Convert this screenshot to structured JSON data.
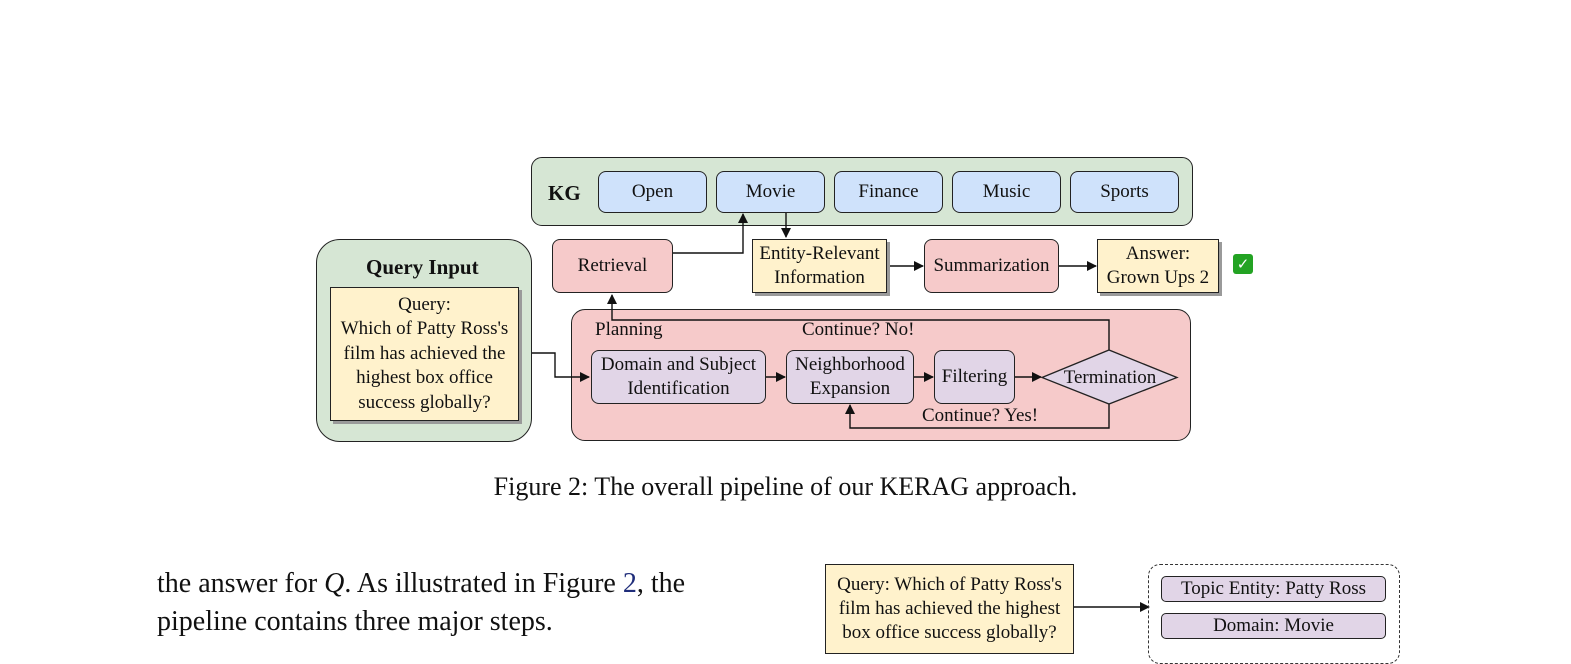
{
  "kg": {
    "title": "KG",
    "domains": [
      "Open",
      "Movie",
      "Finance",
      "Music",
      "Sports"
    ]
  },
  "query_input": {
    "title": "Query Input",
    "query_lines": [
      "Query:",
      "Which of Patty Ross's",
      "film has achieved the",
      "highest box office",
      "success globally?"
    ]
  },
  "retrieval": "Retrieval",
  "entity_info": [
    "Entity-Relevant",
    "Information"
  ],
  "summarization": "Summarization",
  "answer": [
    "Answer:",
    "Grown Ups 2"
  ],
  "check_mark": "✓",
  "planning": {
    "label": "Planning",
    "continue_no": "Continue? No!",
    "continue_yes": "Continue? Yes!",
    "domain_subject": [
      "Domain and Subject",
      "Identification"
    ],
    "neighborhood": [
      "Neighborhood",
      "Expansion"
    ],
    "filtering": "Filtering",
    "termination": "Termination"
  },
  "caption": "Figure 2: The overall pipeline of our KERAG approach.",
  "body": {
    "line1_pre": "the answer for ",
    "symbol": "Q",
    "line1_mid": ".  As illustrated in Figure ",
    "fig_ref": "2",
    "line1_post": ", the",
    "line2": "pipeline contains three major steps."
  },
  "figure3_preview": {
    "query_lines": [
      "Query: Which of Patty Ross's",
      "film has achieved the highest",
      "box office success globally?"
    ],
    "topic_entity": "Topic Entity: Patty Ross",
    "domain": "Domain: Movie"
  }
}
